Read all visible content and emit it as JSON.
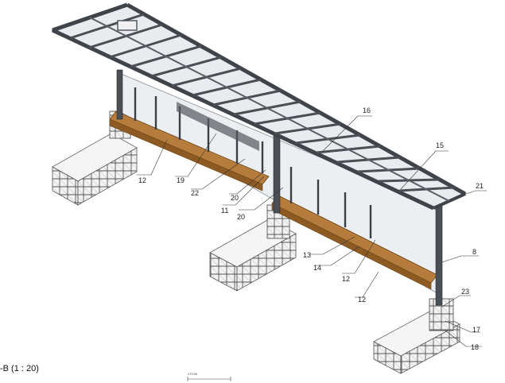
{
  "view_title": "-B  (1 : 20)",
  "scale_bar_text": "279.50",
  "callouts": [
    {
      "id": "c16",
      "text": "16"
    },
    {
      "id": "c15",
      "text": "15"
    },
    {
      "id": "c21",
      "text": "21"
    },
    {
      "id": "c8",
      "text": "8"
    },
    {
      "id": "c23",
      "text": "23"
    },
    {
      "id": "c17",
      "text": "17"
    },
    {
      "id": "c18",
      "text": "18"
    },
    {
      "id": "c12a",
      "text": "12"
    },
    {
      "id": "c19",
      "text": "19"
    },
    {
      "id": "c22",
      "text": "22"
    },
    {
      "id": "c20a",
      "text": "20"
    },
    {
      "id": "c11",
      "text": "11"
    },
    {
      "id": "c20b",
      "text": "20"
    },
    {
      "id": "c13",
      "text": "13"
    },
    {
      "id": "c14",
      "text": "14"
    },
    {
      "id": "c12b",
      "text": "12"
    },
    {
      "id": "c12c",
      "text": "12"
    }
  ],
  "colors": {
    "steel": "#4a4f55",
    "glass": "#e6eaee",
    "wood": "#b07a3c",
    "wood_dark": "#7a5022",
    "concrete": "#f2f2f2",
    "rebar": "#3a3a3a",
    "leader": "#333333"
  }
}
